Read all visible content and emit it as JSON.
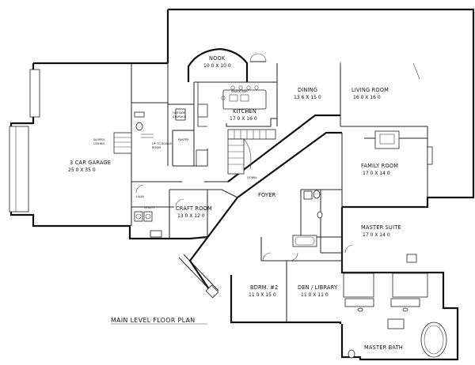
{
  "plan": {
    "title": "MAIN LEVEL FLOOR PLAN",
    "rooms": [
      {
        "name": "NOOK",
        "size": "10 0 X 10 0"
      },
      {
        "name": "DINING",
        "size": "13 6 X 15 0"
      },
      {
        "name": "LIVING ROOM",
        "size": "16 0 X 16 0"
      },
      {
        "name": "KITCHEN",
        "size": "17 0 X 16 0"
      },
      {
        "name": "3 CAR GARAGE",
        "size": "25 0 X 35 0"
      },
      {
        "name": "FAMILY ROOM",
        "size": "17 0 X 14 0"
      },
      {
        "name": "FOYER",
        "size": ""
      },
      {
        "name": "CRAFT ROOM",
        "size": "13 0 X 12 0"
      },
      {
        "name": "MASTER SUITE",
        "size": "17 0 X 14 0"
      },
      {
        "name": "BDRM. #2",
        "size": "11 0 X 15 0"
      },
      {
        "name": "DEN / LIBRARY",
        "size": "11 0 X 11 0"
      },
      {
        "name": "MASTER BATH",
        "size": ""
      }
    ],
    "notes": {
      "outside_storage": [
        "OUTSIDE",
        "STORAGE"
      ],
      "pantry": "PANTRY",
      "sloped_ceiling": [
        "SLOPED",
        "CEILING"
      ],
      "up_to_bonus": [
        "UP TO BONUS",
        "ROOM"
      ],
      "down": "DOWN",
      "snack_bar": "SNACK BAR",
      "laun": "LAUN",
      "utility": "UTILITY"
    }
  }
}
